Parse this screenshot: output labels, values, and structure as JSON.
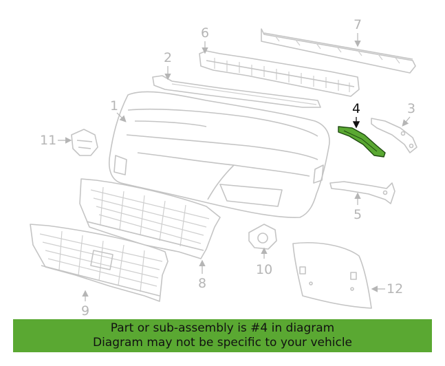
{
  "callouts": {
    "c1": "1",
    "c2": "2",
    "c3": "3",
    "c4": "4",
    "c5": "5",
    "c6": "6",
    "c7": "7",
    "c8": "8",
    "c9": "9",
    "c10": "10",
    "c11": "11",
    "c12": "12"
  },
  "highlight": {
    "part": "4",
    "color": "#5aa832"
  },
  "banner": {
    "line1": "Part or sub-assembly is #4 in diagram",
    "line2": "Diagram may not be specific to your vehicle",
    "background": "#5aa832"
  }
}
